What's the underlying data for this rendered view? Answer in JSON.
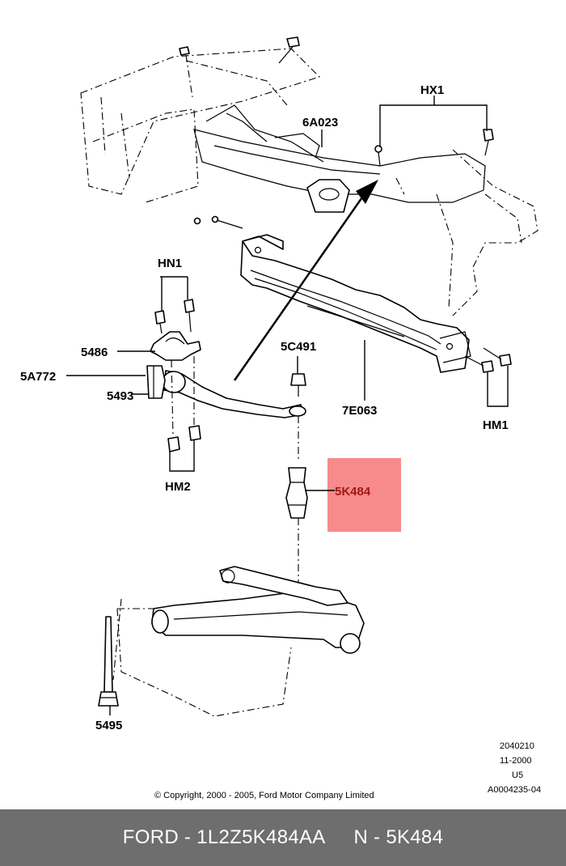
{
  "colors": {
    "highlight_box": "#f78a8a",
    "highlight_text": "#a01818",
    "footer_bg": "#6e6e6e",
    "footer_text": "#ffffff"
  },
  "labels": {
    "hx1": "HX1",
    "p6a023": "6A023",
    "hn1": "HN1",
    "p5486": "5486",
    "p5a772": "5A772",
    "p5493": "5493",
    "p5c491": "5C491",
    "p7e063": "7E063",
    "hm1": "HM1",
    "hm2": "HM2",
    "p5k484": "5K484",
    "p5495": "5495"
  },
  "meta": {
    "line1": "2040210",
    "line2": "11-2000",
    "line3": "U5",
    "line4": "A0004235-04"
  },
  "copyright": "© Copyright, 2000 - 2005, Ford Motor Company Limited",
  "footer": {
    "brand": "FORD - 1L2Z5K484AA",
    "ref": "N - 5K484"
  }
}
